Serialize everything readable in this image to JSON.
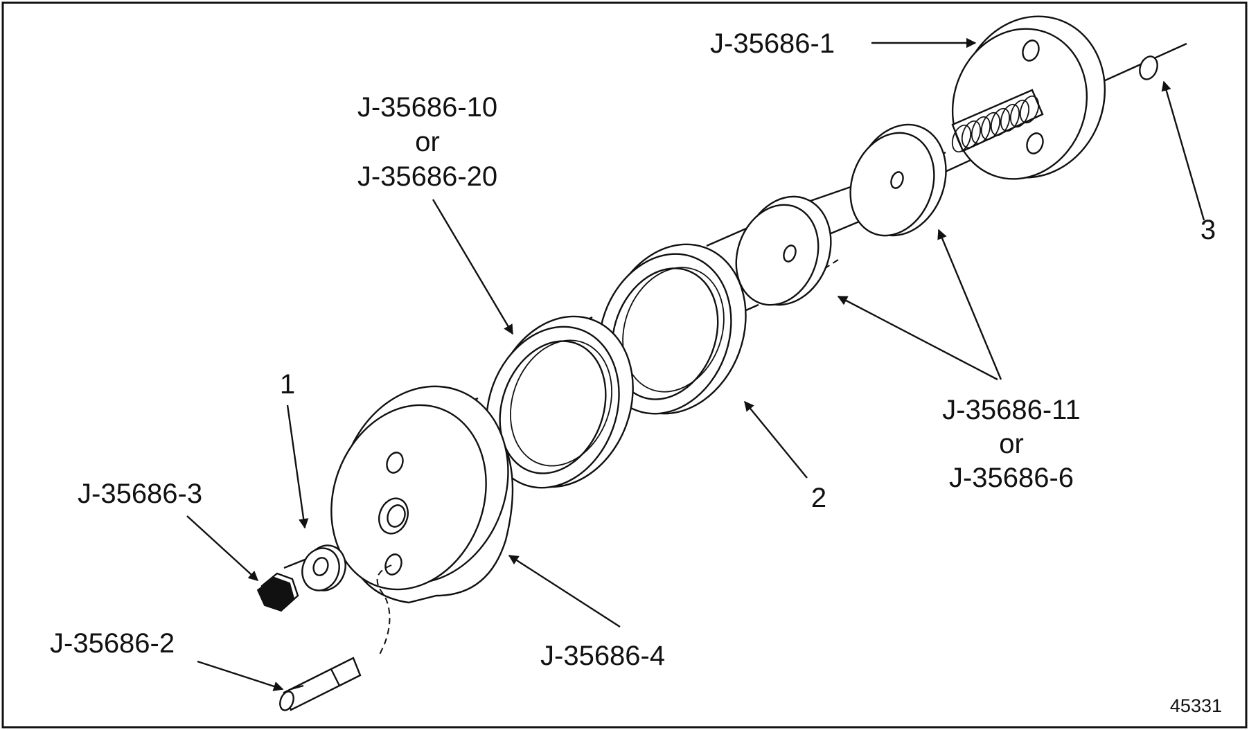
{
  "labels": {
    "tool_1": "J-35686-1",
    "tool_10_20": [
      "J-35686-10",
      "or",
      "J-35686-20"
    ],
    "tool_11_6": [
      "J-35686-11",
      "or",
      "J-35686-6"
    ],
    "tool_3": "J-35686-3",
    "tool_2": "J-35686-2",
    "tool_4": "J-35686-4",
    "callout_1": "1",
    "callout_2": "2",
    "callout_3": "3"
  },
  "figure_number": "45331"
}
